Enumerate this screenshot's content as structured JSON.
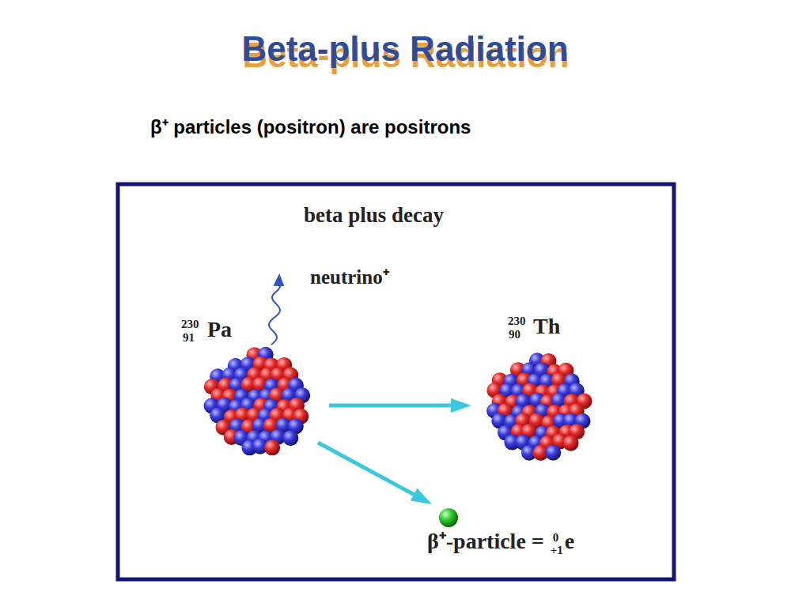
{
  "diagram": {
    "title": "Beta-plus Radiation",
    "nodes": [
      {
        "text": [
          "230",
          "91",
          "Pa"
        ]
      },
      {
        "text": [
          "230",
          "90",
          "Th"
        ]
      },
      {
        "text": [
          "β⁺-particle =",
          "0",
          "+1",
          "e"
        ]
      }
    ],
    "edges": [
      {
        "from": 0,
        "to": 1,
        "arrow": "to"
      },
      {
        "from": 0,
        "to": 2,
        "arrow": "to"
      }
    ],
    "labels": [
      "β⁺ particles (positron) are positrons",
      "beta plus decay",
      "neutrino⁺"
    ]
  }
}
